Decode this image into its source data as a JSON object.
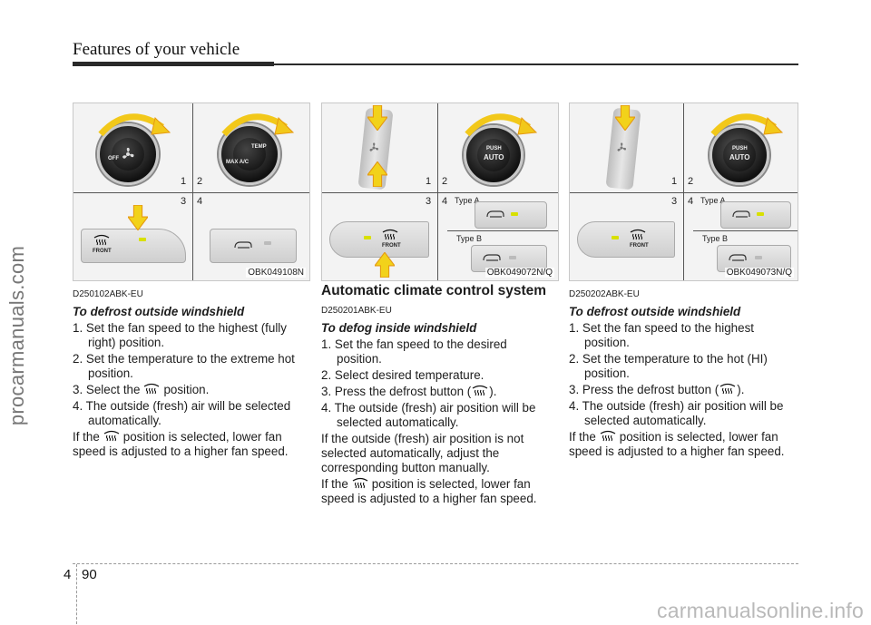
{
  "header": {
    "title": "Features of your vehicle"
  },
  "watermarks": {
    "side": "procarmanuals.com",
    "bottom": "carmanualsonline.info"
  },
  "figures": [
    {
      "id": "fig1",
      "code": "OBK049108N",
      "numbers": [
        "1",
        "2",
        "3",
        "4"
      ],
      "labels": {
        "off": "OFF",
        "temp": "TEMP",
        "max_ac": "MAX A/C",
        "front": "FRONT"
      }
    },
    {
      "id": "fig2",
      "code": "OBK049072N/Q",
      "numbers": [
        "1",
        "2",
        "3",
        "4"
      ],
      "labels": {
        "push": "PUSH",
        "auto": "AUTO",
        "front": "FRONT",
        "type_a": "Type A",
        "type_b": "Type B"
      }
    },
    {
      "id": "fig3",
      "code": "OBK049073N/Q",
      "numbers": [
        "1",
        "2",
        "3",
        "4"
      ],
      "labels": {
        "push": "PUSH",
        "auto": "AUTO",
        "front": "FRONT",
        "type_a": "Type A",
        "type_b": "Type B"
      }
    }
  ],
  "col1": {
    "code": "D250102ABK-EU",
    "subhead": "To defrost outside windshield",
    "steps": [
      "1. Set the fan speed to the highest (fully right) position.",
      "2. Set the temperature to the extreme hot position.",
      "3. Select the",
      "position.",
      "4. The outside (fresh) air will be selected automatically."
    ],
    "para_a": "If the",
    "para_b": "position is selected, lower fan speed is adjusted to a higher fan speed."
  },
  "col2": {
    "title": "Automatic climate control system",
    "code": "D250201ABK-EU",
    "subhead": "To defog inside windshield",
    "steps": [
      "1. Set the fan speed to the desired position.",
      "2. Select desired temperature.",
      "3. Press the defrost button (",
      ").",
      "4. The outside (fresh) air position will be selected automatically."
    ],
    "para1": "If the outside (fresh) air position is not selected automatically, adjust the corresponding button manually.",
    "para2_a": "If the",
    "para2_b": "position is selected, lower fan speed is adjusted to a higher fan speed."
  },
  "col3": {
    "code": "D250202ABK-EU",
    "subhead": "To defrost outside windshield",
    "steps": [
      "1. Set the fan speed to the highest position.",
      "2. Set the temperature to the hot (HI) position.",
      "3. Press the defrost button (",
      ").",
      "4. The outside (fresh) air position will be selected automatically."
    ],
    "para_a": "If the",
    "para_b": "position is selected, lower fan speed is adjusted to a higher fan speed."
  },
  "footer": {
    "chapter": "4",
    "page": "90"
  },
  "icons": {
    "defrost": "windshield-defrost-icon",
    "fan": "fan-icon",
    "recirc": "recirculation-icon",
    "arrow": "arrow-icon"
  },
  "colors": {
    "arrow_yellow": "#f2d21a",
    "arrow_orange": "#e59a12",
    "led": "#d8e000"
  }
}
